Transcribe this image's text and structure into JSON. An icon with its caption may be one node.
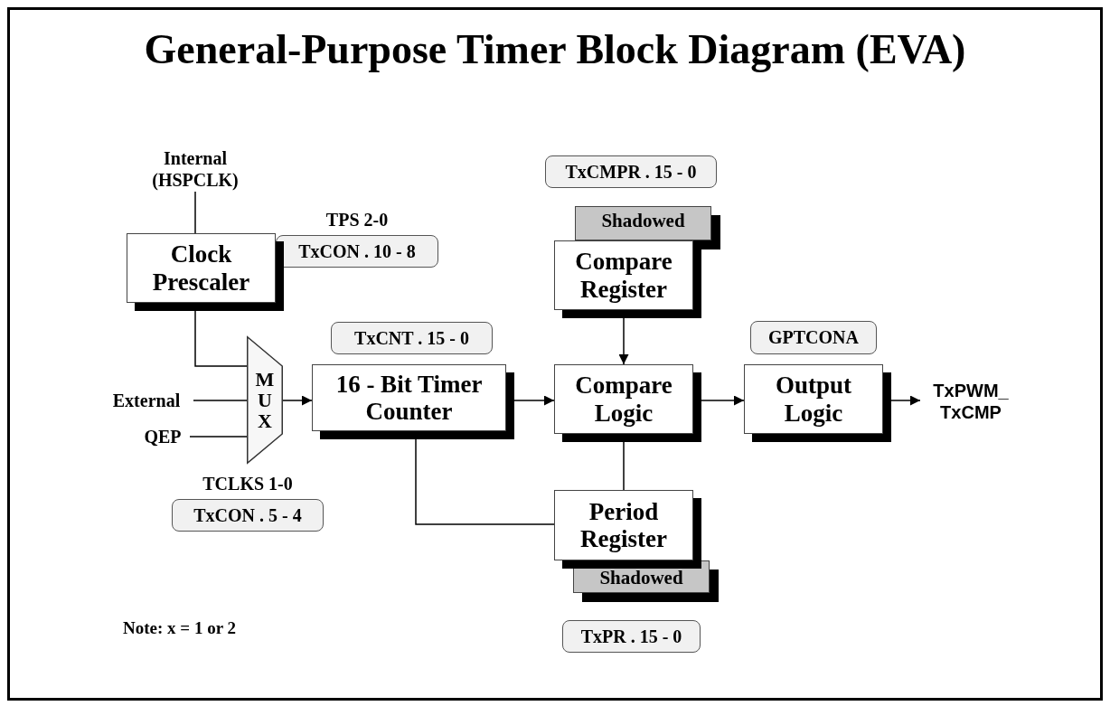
{
  "diagram": {
    "title": "General-Purpose Timer Block Diagram (EVA)",
    "nodes": [
      {
        "text": [
          "Internal (HSPCLK)"
        ]
      },
      {
        "text": [
          "TxCMPR . 15 - 0"
        ]
      },
      {
        "text": [
          "Shadowed"
        ]
      },
      {
        "text": [
          "TPS 2-0",
          "TxCON . 10 - 8"
        ]
      },
      {
        "text": [
          "Clock Prescaler"
        ]
      },
      {
        "text": [
          "Compare Register"
        ]
      },
      {
        "text": [
          "TxCNT . 15 - 0"
        ]
      },
      {
        "text": [
          "GPTCONA"
        ]
      },
      {
        "text": [
          "External"
        ]
      },
      {
        "text": [
          "MUX"
        ]
      },
      {
        "text": [
          "16 - Bit Timer Counter"
        ]
      },
      {
        "text": [
          "Compare Logic"
        ]
      },
      {
        "text": [
          "Output Logic"
        ]
      },
      {
        "text": [
          "TxPWM_ TxCMP"
        ]
      },
      {
        "text": [
          "QEP"
        ]
      },
      {
        "text": [
          "TCLKS 1-0",
          "TxCON . 5 - 4"
        ]
      },
      {
        "text": [
          "Period Register"
        ]
      },
      {
        "text": [
          "Shadowed"
        ]
      },
      {
        "text": [
          "TxPR . 15 - 0"
        ]
      }
    ],
    "edges": [
      {
        "from": 0,
        "to": 4,
        "arrow": "none"
      },
      {
        "from": 4,
        "to": 9,
        "arrow": "none"
      },
      {
        "from": 8,
        "to": 9,
        "arrow": "none"
      },
      {
        "from": 14,
        "to": 9,
        "arrow": "none"
      },
      {
        "from": 9,
        "to": 10,
        "arrow": "to"
      },
      {
        "from": 10,
        "to": 11,
        "arrow": "to"
      },
      {
        "from": 5,
        "to": 11,
        "arrow": "to"
      },
      {
        "from": 16,
        "to": 11,
        "arrow": "none"
      },
      {
        "from": 10,
        "to": 16,
        "arrow": "none"
      },
      {
        "from": 11,
        "to": 12,
        "arrow": "to"
      },
      {
        "from": 12,
        "to": 13,
        "arrow": "to"
      }
    ],
    "labels": [
      "Note: x = 1 or 2"
    ]
  }
}
